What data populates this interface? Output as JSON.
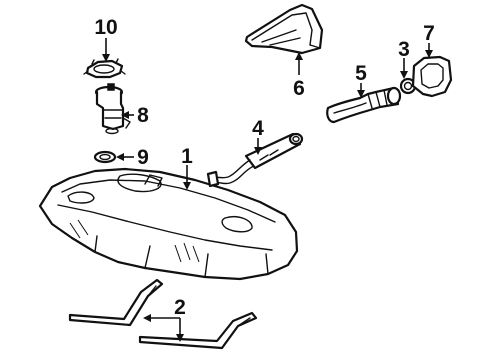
{
  "diagram": {
    "callouts": {
      "c1": "1",
      "c2": "2",
      "c3": "3",
      "c4": "4",
      "c5": "5",
      "c6": "6",
      "c7": "7",
      "c8": "8",
      "c9": "9",
      "c10": "10"
    },
    "colors": {
      "ink": "#111111",
      "paper": "#ffffff"
    }
  }
}
